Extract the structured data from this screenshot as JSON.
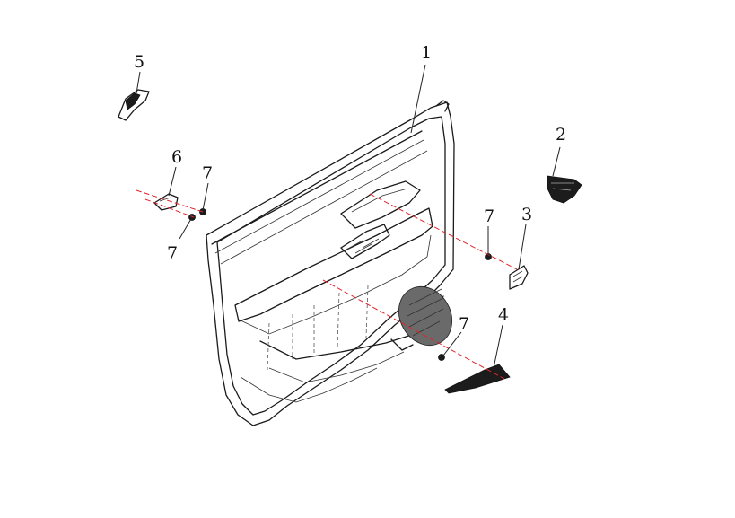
{
  "diagram": {
    "parts": [
      {
        "id": "door-trim-panel",
        "number": "1"
      },
      {
        "id": "handle-bezel-upper",
        "number": "2"
      },
      {
        "id": "pull-cup-cover",
        "number": "3"
      },
      {
        "id": "speaker-grille",
        "number": "4"
      },
      {
        "id": "mirror-corner-cover",
        "number": "5"
      },
      {
        "id": "mounting-bracket",
        "number": "6"
      },
      {
        "id": "clip",
        "number": "7"
      }
    ],
    "labels": {
      "p1": "1",
      "p2": "2",
      "p3": "3",
      "p4": "4",
      "p5": "5",
      "p6": "6",
      "p7a": "7",
      "p7b": "7",
      "p7c": "7",
      "p7d": "7"
    },
    "colors": {
      "line": "#1a1a1a",
      "assembly_line": "#e0242a",
      "background": "#ffffff"
    }
  }
}
